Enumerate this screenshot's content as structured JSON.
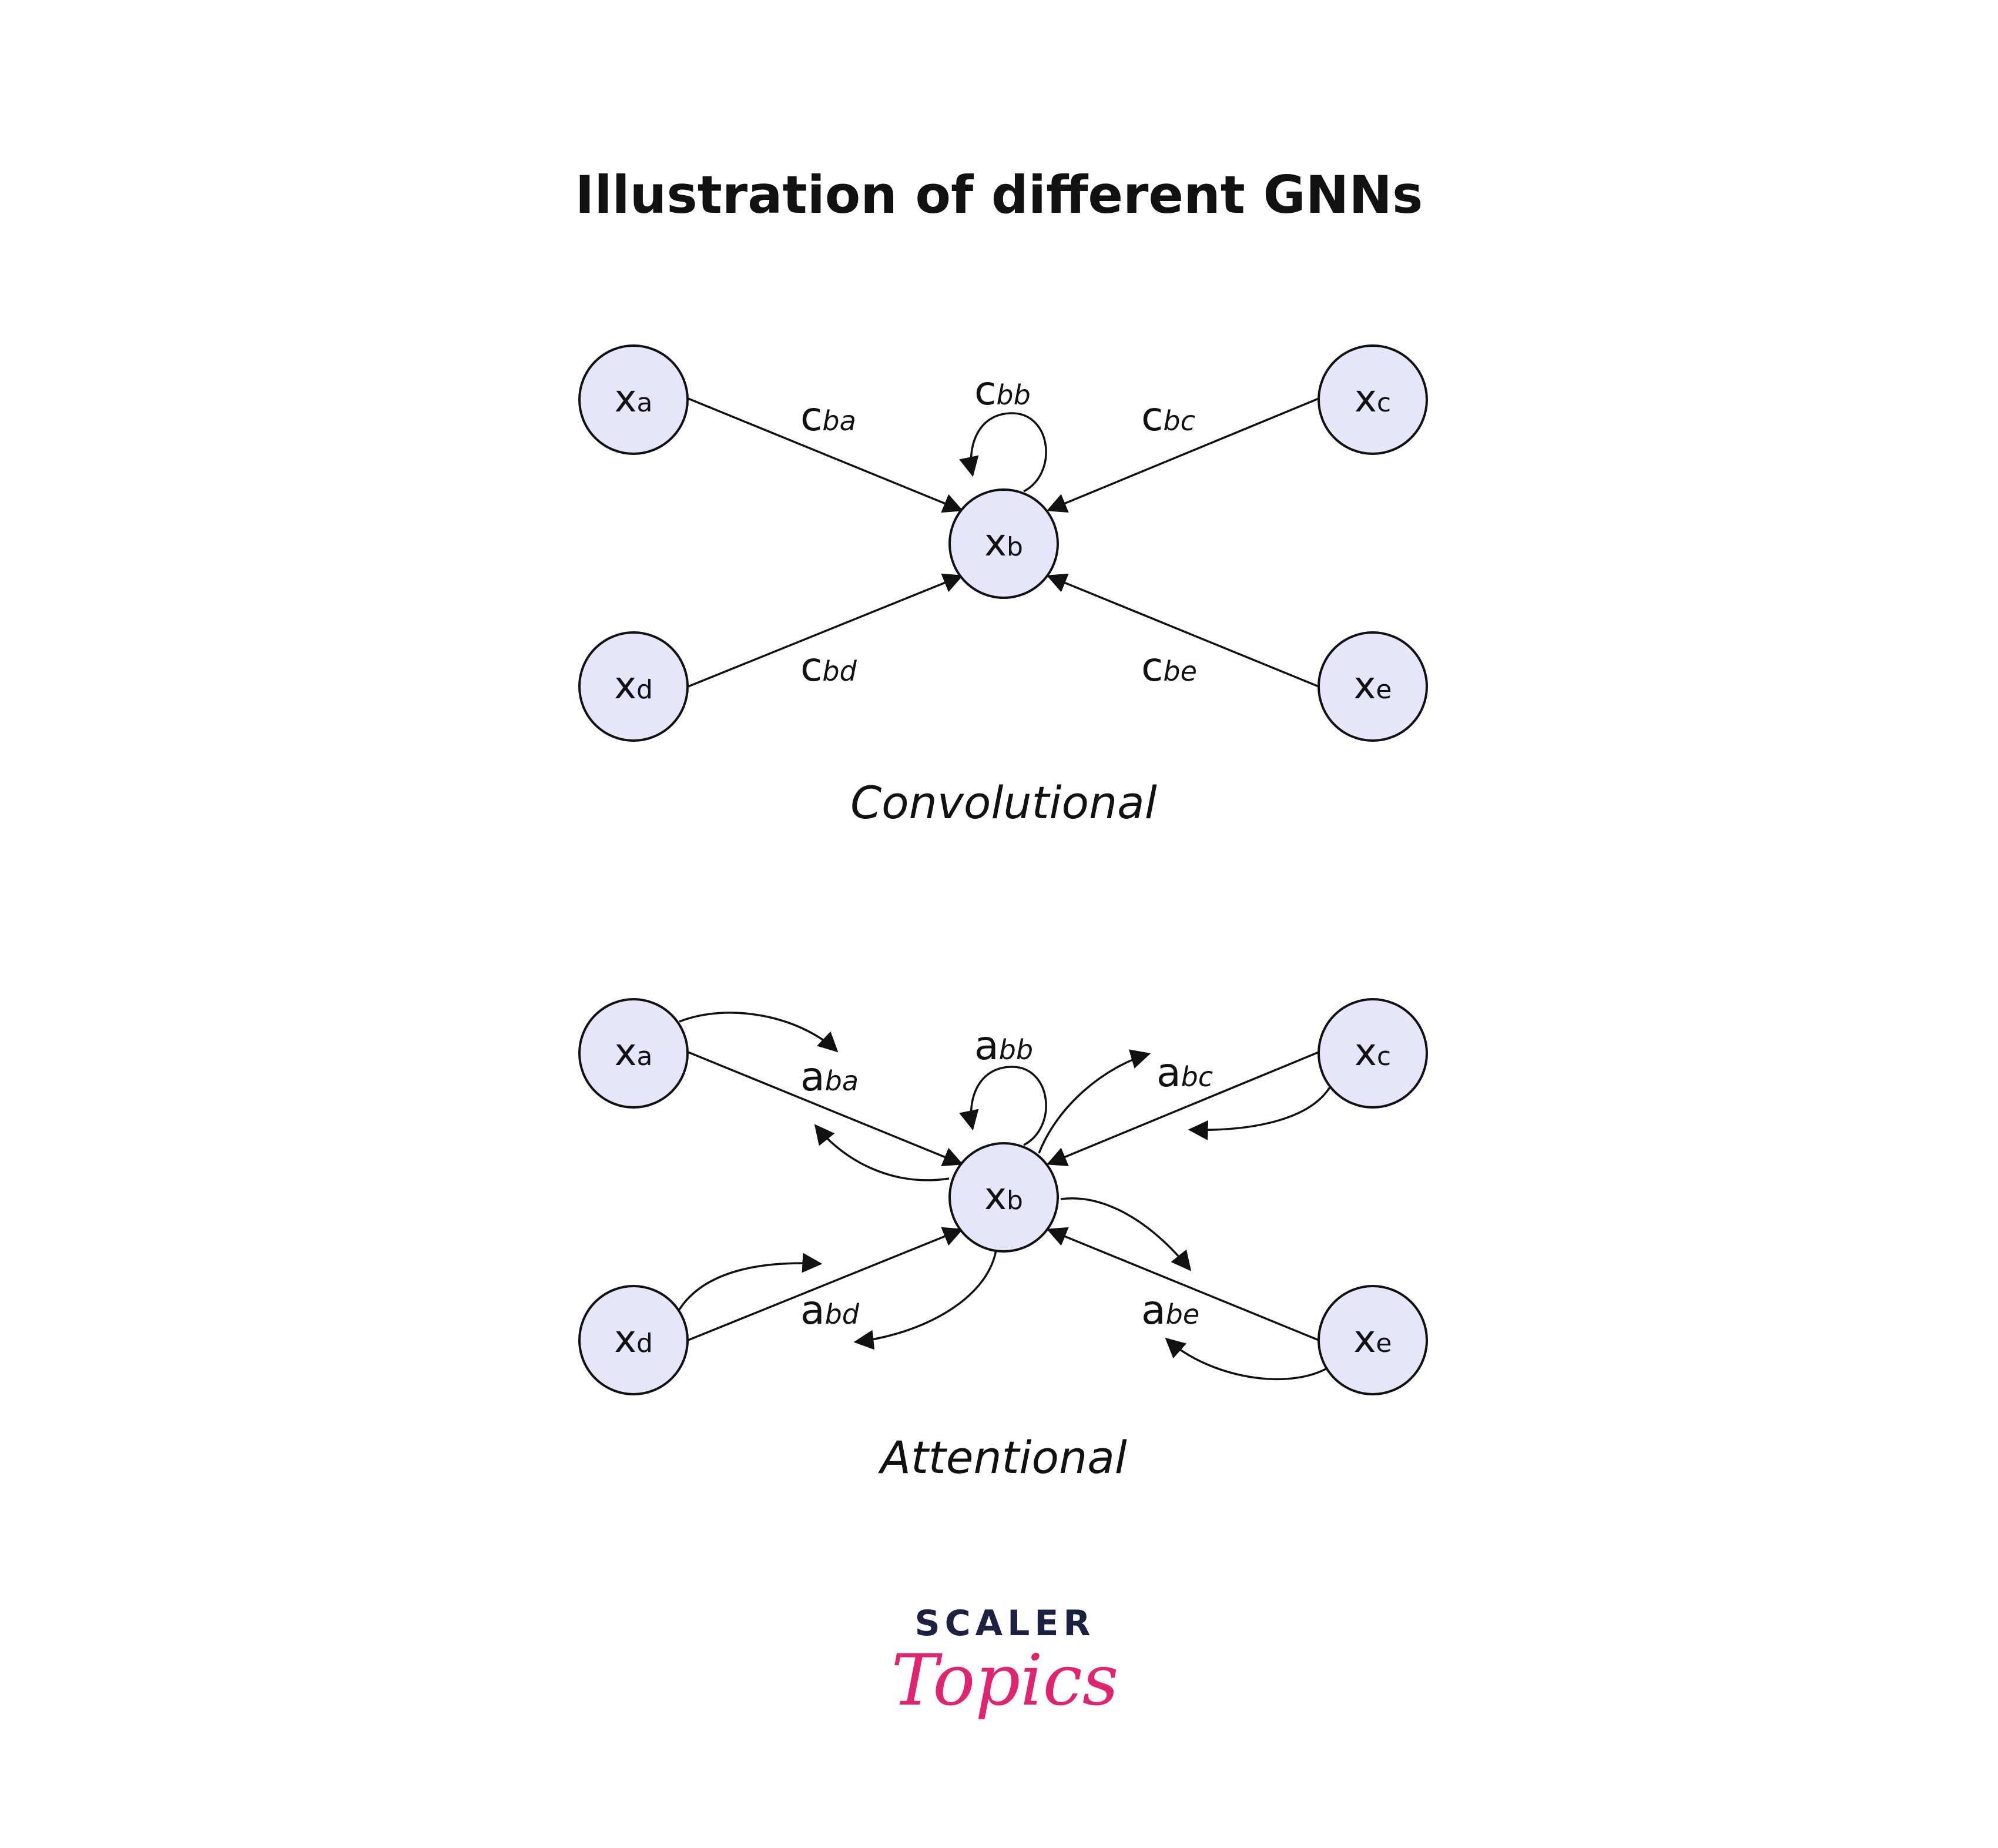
{
  "title": "Illustration of different GNNs",
  "colors": {
    "node_fill": "#e6e6fa",
    "stroke": "#111111",
    "arrow": "#111111",
    "brand_dark": "#1b2140",
    "brand_pink": "#e0246f"
  },
  "nodes": {
    "a": {
      "main": "x",
      "sub": "a"
    },
    "b": {
      "main": "x",
      "sub": "b"
    },
    "c": {
      "main": "x",
      "sub": "c"
    },
    "d": {
      "main": "x",
      "sub": "d"
    },
    "e": {
      "main": "x",
      "sub": "e"
    }
  },
  "convolutional": {
    "caption": "Convolutional",
    "weights": {
      "ba": {
        "main": "c",
        "sub": "ba"
      },
      "bb": {
        "main": "c",
        "sub": "bb"
      },
      "bc": {
        "main": "c",
        "sub": "bc"
      },
      "bd": {
        "main": "c",
        "sub": "bd"
      },
      "be": {
        "main": "c",
        "sub": "be"
      }
    }
  },
  "attentional": {
    "caption": "Attentional",
    "weights": {
      "ba": {
        "main": "a",
        "sub": "ba"
      },
      "bb": {
        "main": "a",
        "sub": "bb"
      },
      "bc": {
        "main": "a",
        "sub": "bc"
      },
      "bd": {
        "main": "a",
        "sub": "bd"
      },
      "be": {
        "main": "a",
        "sub": "be"
      }
    }
  },
  "logo": {
    "top": "SCALER",
    "bottom": "Topics"
  }
}
